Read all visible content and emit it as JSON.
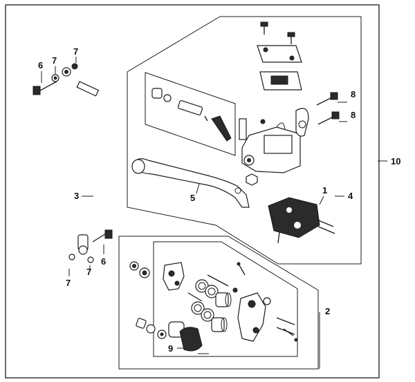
{
  "diagram": {
    "callouts": [
      {
        "id": "c1",
        "text": "1"
      },
      {
        "id": "c2",
        "text": "2"
      },
      {
        "id": "c3",
        "text": "3"
      },
      {
        "id": "c4",
        "text": "4"
      },
      {
        "id": "c5",
        "text": "5"
      },
      {
        "id": "c6a",
        "text": "6"
      },
      {
        "id": "c6b",
        "text": "6"
      },
      {
        "id": "c7a",
        "text": "7"
      },
      {
        "id": "c7b",
        "text": "7"
      },
      {
        "id": "c7c",
        "text": "7"
      },
      {
        "id": "c7d",
        "text": "7"
      },
      {
        "id": "c8a",
        "text": "8"
      },
      {
        "id": "c8b",
        "text": "8"
      },
      {
        "id": "c9",
        "text": "9"
      },
      {
        "id": "c10",
        "text": "10"
      }
    ]
  }
}
